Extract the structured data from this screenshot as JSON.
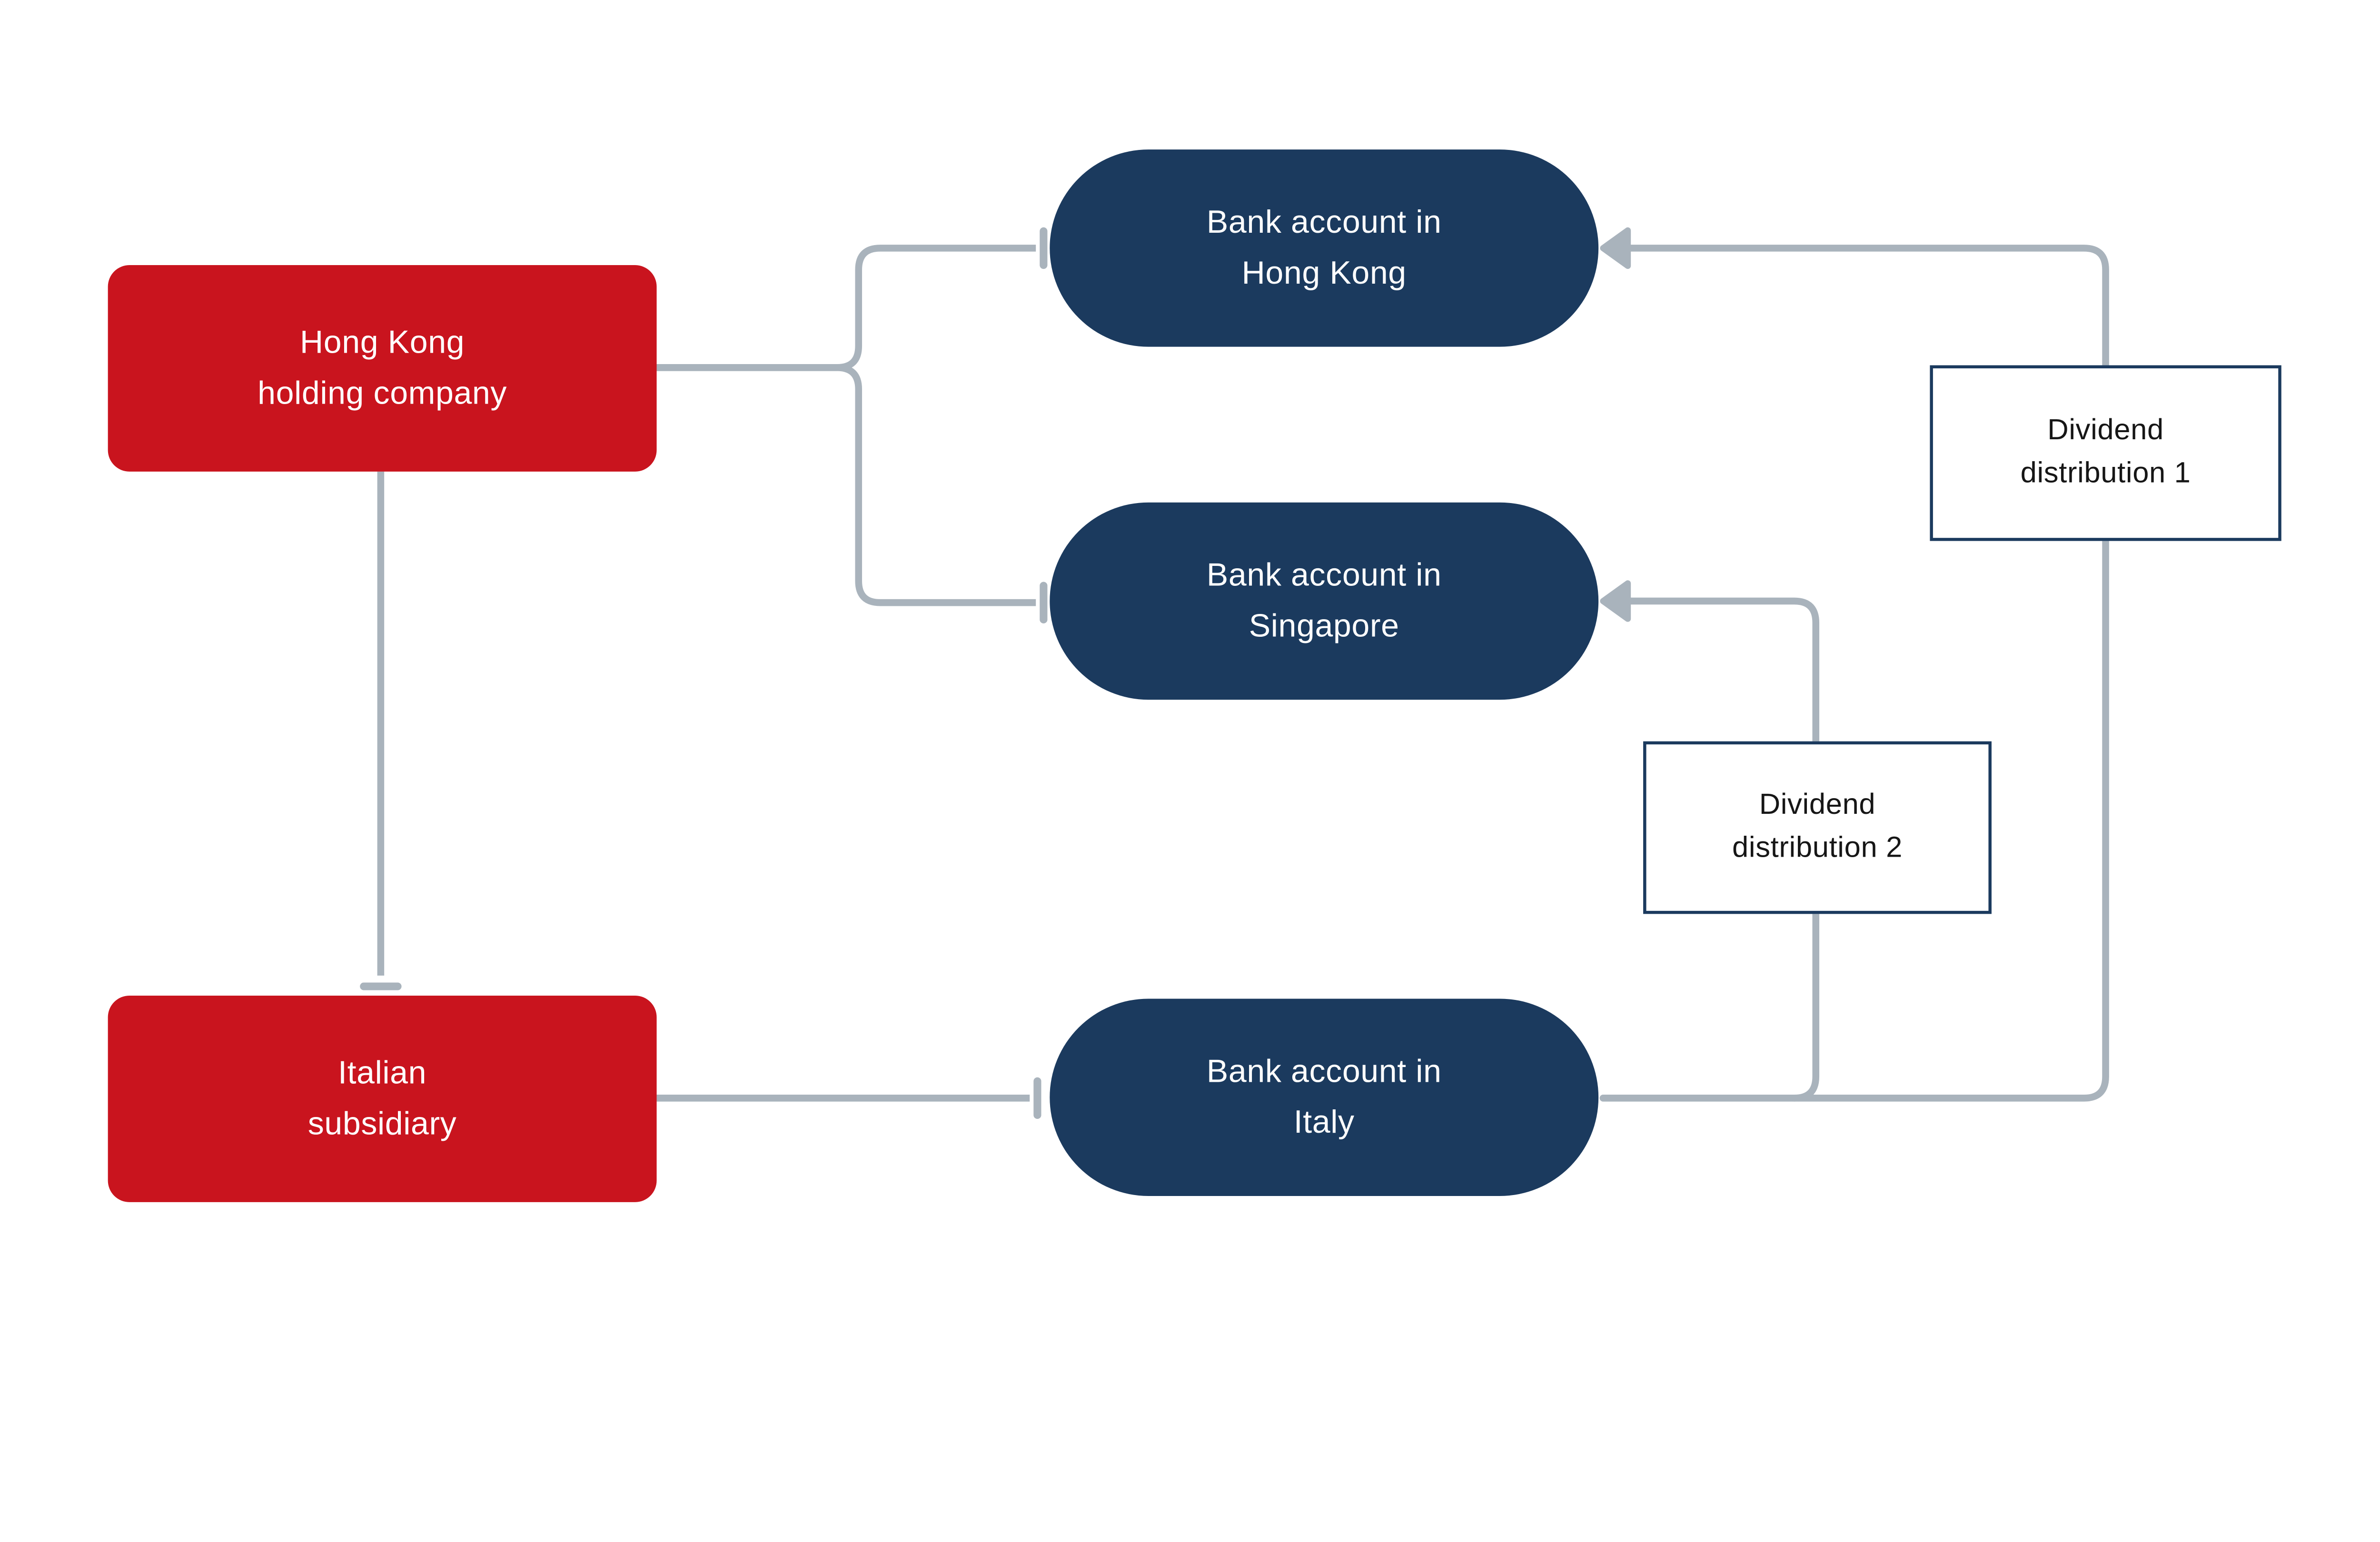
{
  "diagram": {
    "nodes": {
      "holding": {
        "line1": "Hong Kong",
        "line2": "holding company"
      },
      "subsidiary": {
        "line1": "Italian",
        "line2": "subsidiary"
      },
      "bank_hk": {
        "line1": "Bank account in",
        "line2": "Hong Kong"
      },
      "bank_sg": {
        "line1": "Bank account in",
        "line2": "Singapore"
      },
      "bank_it": {
        "line1": "Bank account in",
        "line2": "Italy"
      }
    },
    "labels": {
      "dividend1": {
        "line1": "Dividend",
        "line2": "distribution 1"
      },
      "dividend2": {
        "line1": "Dividend",
        "line2": "distribution 2"
      }
    },
    "colors": {
      "background": "#FFFFFF",
      "company_fill": "#C9141E",
      "account_fill": "#1B3A5E",
      "connector": "#A9B3BC",
      "label_border": "#1B3A5E",
      "label_text": "#161616",
      "node_text": "#FFFFFF"
    }
  }
}
